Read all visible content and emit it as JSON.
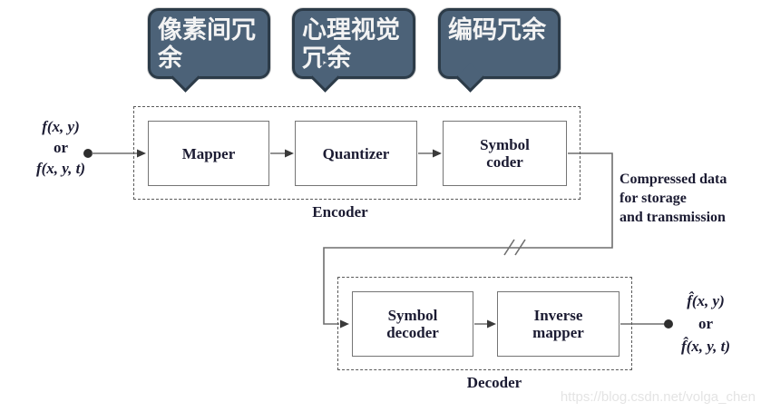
{
  "colors": {
    "callout_fill": "#4c6278",
    "callout_border": "#2c3b48",
    "callout_text": "#f3f3f3",
    "wire": "#6e6e6e",
    "diagram_text": "#1b1b32",
    "watermark_text": "#e4e4e4"
  },
  "callouts": [
    {
      "label": "像素间冗余"
    },
    {
      "label": "心理视觉冗余"
    },
    {
      "label": "编码冗余"
    }
  ],
  "encoder": {
    "label": "Encoder",
    "blocks": [
      {
        "label": "Mapper"
      },
      {
        "label": "Quantizer"
      },
      {
        "label": "Symbol\ncoder"
      }
    ]
  },
  "decoder": {
    "label": "Decoder",
    "blocks": [
      {
        "label": "Symbol\ndecoder"
      },
      {
        "label": "Inverse\nmapper"
      }
    ]
  },
  "input_label": {
    "line1": "f(x, y)",
    "line2": "or",
    "line3": "f(x, y, t)"
  },
  "output_label": {
    "line1": "f̂(x, y)",
    "line2": "or",
    "line3": "f̂(x, y, t)"
  },
  "compressed_label": "Compressed data\nfor storage\nand transmission",
  "watermark": "https://blog.csdn.net/volga_chen"
}
